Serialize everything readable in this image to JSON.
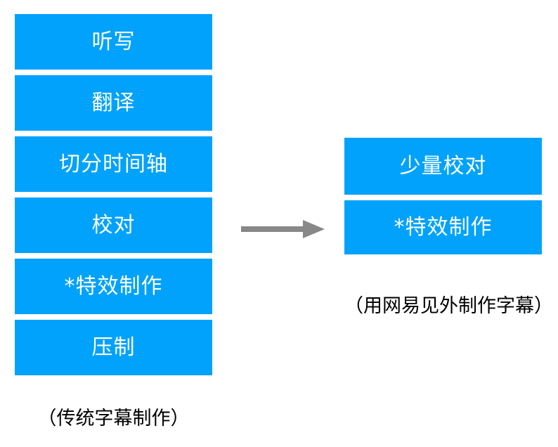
{
  "diagram": {
    "colors": {
      "box_fill": "#00a2fb",
      "box_text": "#ffffff",
      "arrow": "#888888",
      "caption_text": "#000000",
      "background": "#ffffff"
    },
    "traditional_workflow": {
      "caption": "（传统字幕制作）",
      "steps": [
        {
          "label": "听写"
        },
        {
          "label": "翻译"
        },
        {
          "label": "切分时间轴"
        },
        {
          "label": "校对"
        },
        {
          "label": "*特效制作"
        },
        {
          "label": "压制"
        }
      ]
    },
    "modern_workflow": {
      "caption": "（用网易见外制作字幕）",
      "steps": [
        {
          "label": "少量校对"
        },
        {
          "label": "*特效制作"
        }
      ]
    },
    "arrow": {
      "icon": "right-arrow-icon",
      "direction": "right"
    }
  }
}
